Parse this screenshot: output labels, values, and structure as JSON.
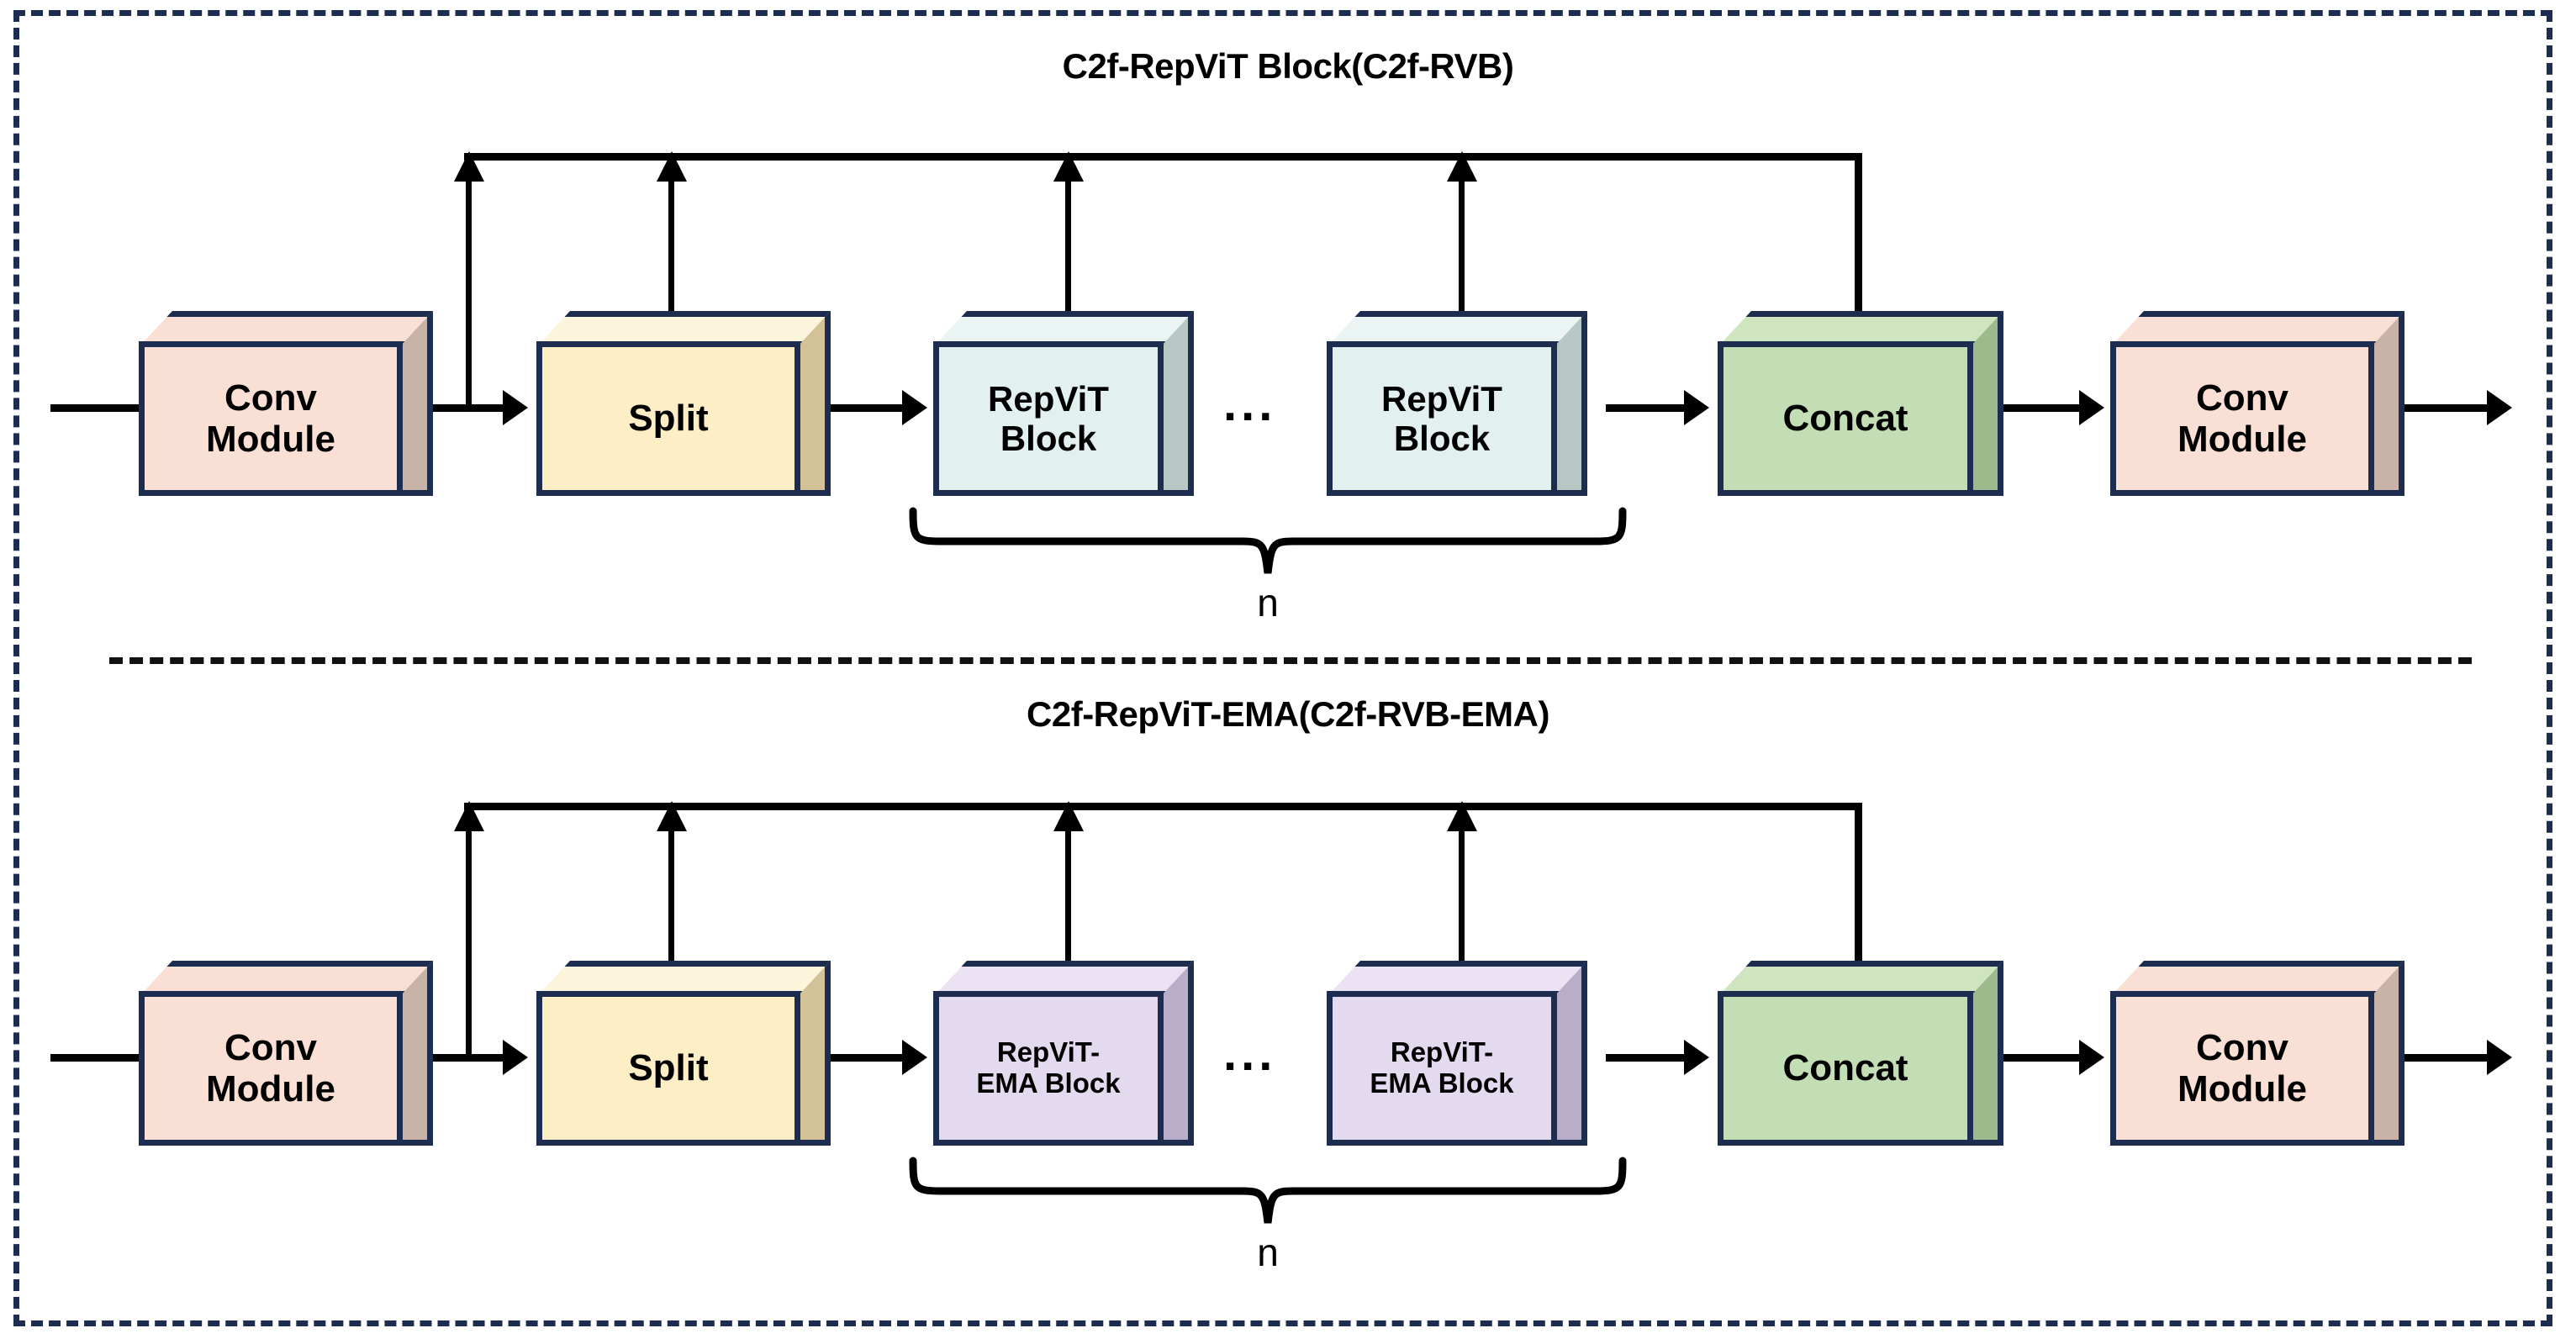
{
  "figure": {
    "background": "#ffffff",
    "frame_border_color": "#1c2d4f",
    "divider_color": "#111111"
  },
  "palette": {
    "conv_face": "#fae0d4",
    "conv_top": "#fae0d4",
    "conv_side": "#c9b3a6",
    "split_face": "#fdeec6",
    "split_top": "#fdf4dc",
    "split_side": "#d3c198",
    "repvit_face": "#e2f0ef",
    "repvit_top": "#e9f4f3",
    "repvit_side": "#b6c7c6",
    "ema_face": "#e4daf0",
    "ema_top": "#ebe2f3",
    "ema_side": "#b9aec9",
    "concat_face": "#c3ddb4",
    "concat_top": "#cee5c0",
    "concat_side": "#9cba8c",
    "outline": "#1c2d4f",
    "wire": "#000000"
  },
  "sections": [
    {
      "id": "c2f-rvb",
      "title": "C2f-RepViT Block(C2f-RVB)",
      "repeat_label": "n",
      "ellipsis": "...",
      "blocks": [
        {
          "name": "conv-module-in",
          "label_lines": [
            "Conv",
            "Module"
          ],
          "kind": "conv"
        },
        {
          "name": "split",
          "label_lines": [
            "Split"
          ],
          "kind": "split"
        },
        {
          "name": "repvit-block-1",
          "label_lines": [
            "RepViT",
            "Block"
          ],
          "kind": "repvit"
        },
        {
          "name": "repvit-block-n",
          "label_lines": [
            "RepViT",
            "Block"
          ],
          "kind": "repvit"
        },
        {
          "name": "concat",
          "label_lines": [
            "Concat"
          ],
          "kind": "concat"
        },
        {
          "name": "conv-module-out",
          "label_lines": [
            "Conv",
            "Module"
          ],
          "kind": "conv"
        }
      ]
    },
    {
      "id": "c2f-rvb-ema",
      "title": "C2f-RepViT-EMA(C2f-RVB-EMA)",
      "repeat_label": "n",
      "ellipsis": "...",
      "blocks": [
        {
          "name": "conv-module-in",
          "label_lines": [
            "Conv",
            "Module"
          ],
          "kind": "conv"
        },
        {
          "name": "split",
          "label_lines": [
            "Split"
          ],
          "kind": "split"
        },
        {
          "name": "repvit-ema-block-1",
          "label_lines": [
            "RepViT-",
            "EMA Block"
          ],
          "kind": "ema"
        },
        {
          "name": "repvit-ema-block-n",
          "label_lines": [
            "RepViT-",
            "EMA Block"
          ],
          "kind": "ema"
        },
        {
          "name": "concat",
          "label_lines": [
            "Concat"
          ],
          "kind": "concat"
        },
        {
          "name": "conv-module-out",
          "label_lines": [
            "Conv",
            "Module"
          ],
          "kind": "conv"
        }
      ]
    }
  ]
}
